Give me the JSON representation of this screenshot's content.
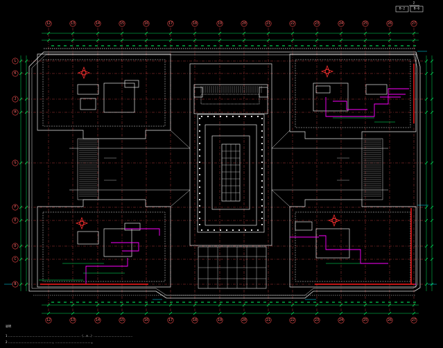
{
  "drawing": {
    "corner": {
      "top_tag": "2",
      "box_left": "B-2",
      "box_right": "B-6"
    },
    "columns_top": [
      "12",
      "13",
      "14",
      "15",
      "16",
      "17",
      "18",
      "19",
      "20",
      "21",
      "22",
      "23",
      "24",
      "25",
      "26",
      "27"
    ],
    "columns_bottom": [
      "12",
      "13",
      "14",
      "15",
      "16",
      "17",
      "18",
      "19",
      "20",
      "21",
      "22",
      "23",
      "24",
      "25",
      "26",
      "27"
    ],
    "rows": [
      "L",
      "K",
      "J",
      "H",
      "G",
      "F",
      "E",
      "D",
      "C",
      "B"
    ],
    "notes_title": "说明",
    "notes": [
      "1  ……………………………………………………………………（…×…）……………………………………",
      "2  …………………………………………，…………………………………。"
    ],
    "colors": {
      "background": "#000000",
      "wall": "#e6e6e6",
      "axis": "#ff4d4d",
      "dimension": "#00ff66",
      "duct": "#ff00ff",
      "pipe_red": "#ff1a1a",
      "accent_cyan": "#00e5ff",
      "compass": "#ff3030"
    },
    "icons": [
      "compass-rose-icon"
    ]
  }
}
